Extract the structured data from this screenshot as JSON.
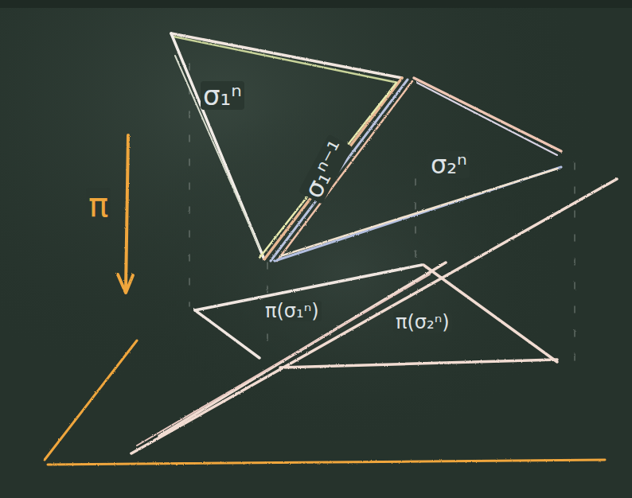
{
  "diagram": {
    "labels": [
      "σ₁ⁿ",
      "σ₁ⁿ⁻¹",
      "σ₂ⁿ",
      "π",
      "π(σ₁ⁿ)",
      "π(σ₂ⁿ)"
    ]
  }
}
